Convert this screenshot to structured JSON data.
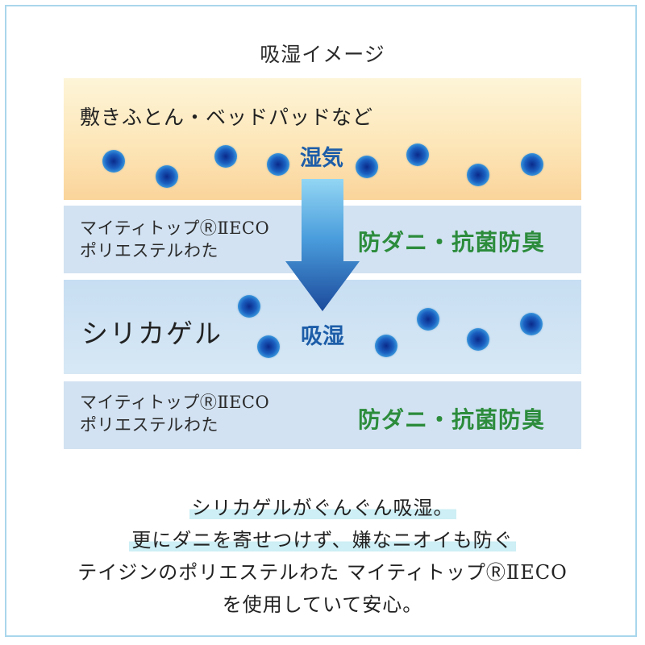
{
  "title": "吸湿イメージ",
  "layers": {
    "top": {
      "label": "敷きふとん・ベッドパッドなど",
      "flow_label": "湿気"
    },
    "fiber_upper": {
      "name_line1": "マイティトップⓇⅡECO",
      "name_line2": "ポリエステルわた",
      "feature": "防ダニ・抗菌防臭"
    },
    "silica": {
      "label": "シリカゲル",
      "flow_label": "吸湿"
    },
    "fiber_lower": {
      "name_line1": "マイティトップⓇⅡECO",
      "name_line2": "ポリエステルわた",
      "feature": "防ダニ・抗菌防臭"
    }
  },
  "caption": {
    "line1": "シリカゲルがぐんぐん吸湿。",
    "line2": "更にダニを寄せつけず、嫌なニオイも防ぐ",
    "line3": "テイジンのポリエステルわた マイティトップⓇⅡECO",
    "line4": "を使用していて安心。"
  },
  "colors": {
    "frame": "#a9d7ec",
    "feature_text": "#2c8c3c",
    "flow_label": "#1d5da8",
    "arrow_top": "#8fd3f2",
    "arrow_bottom": "#1f4fa0"
  },
  "icons": {
    "flow_arrow": "arrow-down-icon",
    "moisture": "moisture-droplet-icon"
  }
}
